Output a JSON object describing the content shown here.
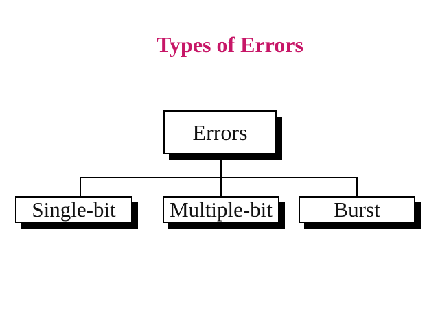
{
  "page": {
    "background_color": "#ffffff",
    "title": {
      "text": "Types of Errors",
      "color": "#C71667"
    }
  },
  "diagram": {
    "type": "tree",
    "line_color": "#000000",
    "node_style": {
      "fill_color": "#ffffff",
      "border_color": "#000000",
      "shadow_color": "#000000",
      "text_color": "#111111"
    },
    "root": {
      "label": "Errors"
    },
    "children": [
      {
        "label": "Single-bit"
      },
      {
        "label": "Multiple-bit"
      },
      {
        "label": "Burst"
      }
    ]
  }
}
